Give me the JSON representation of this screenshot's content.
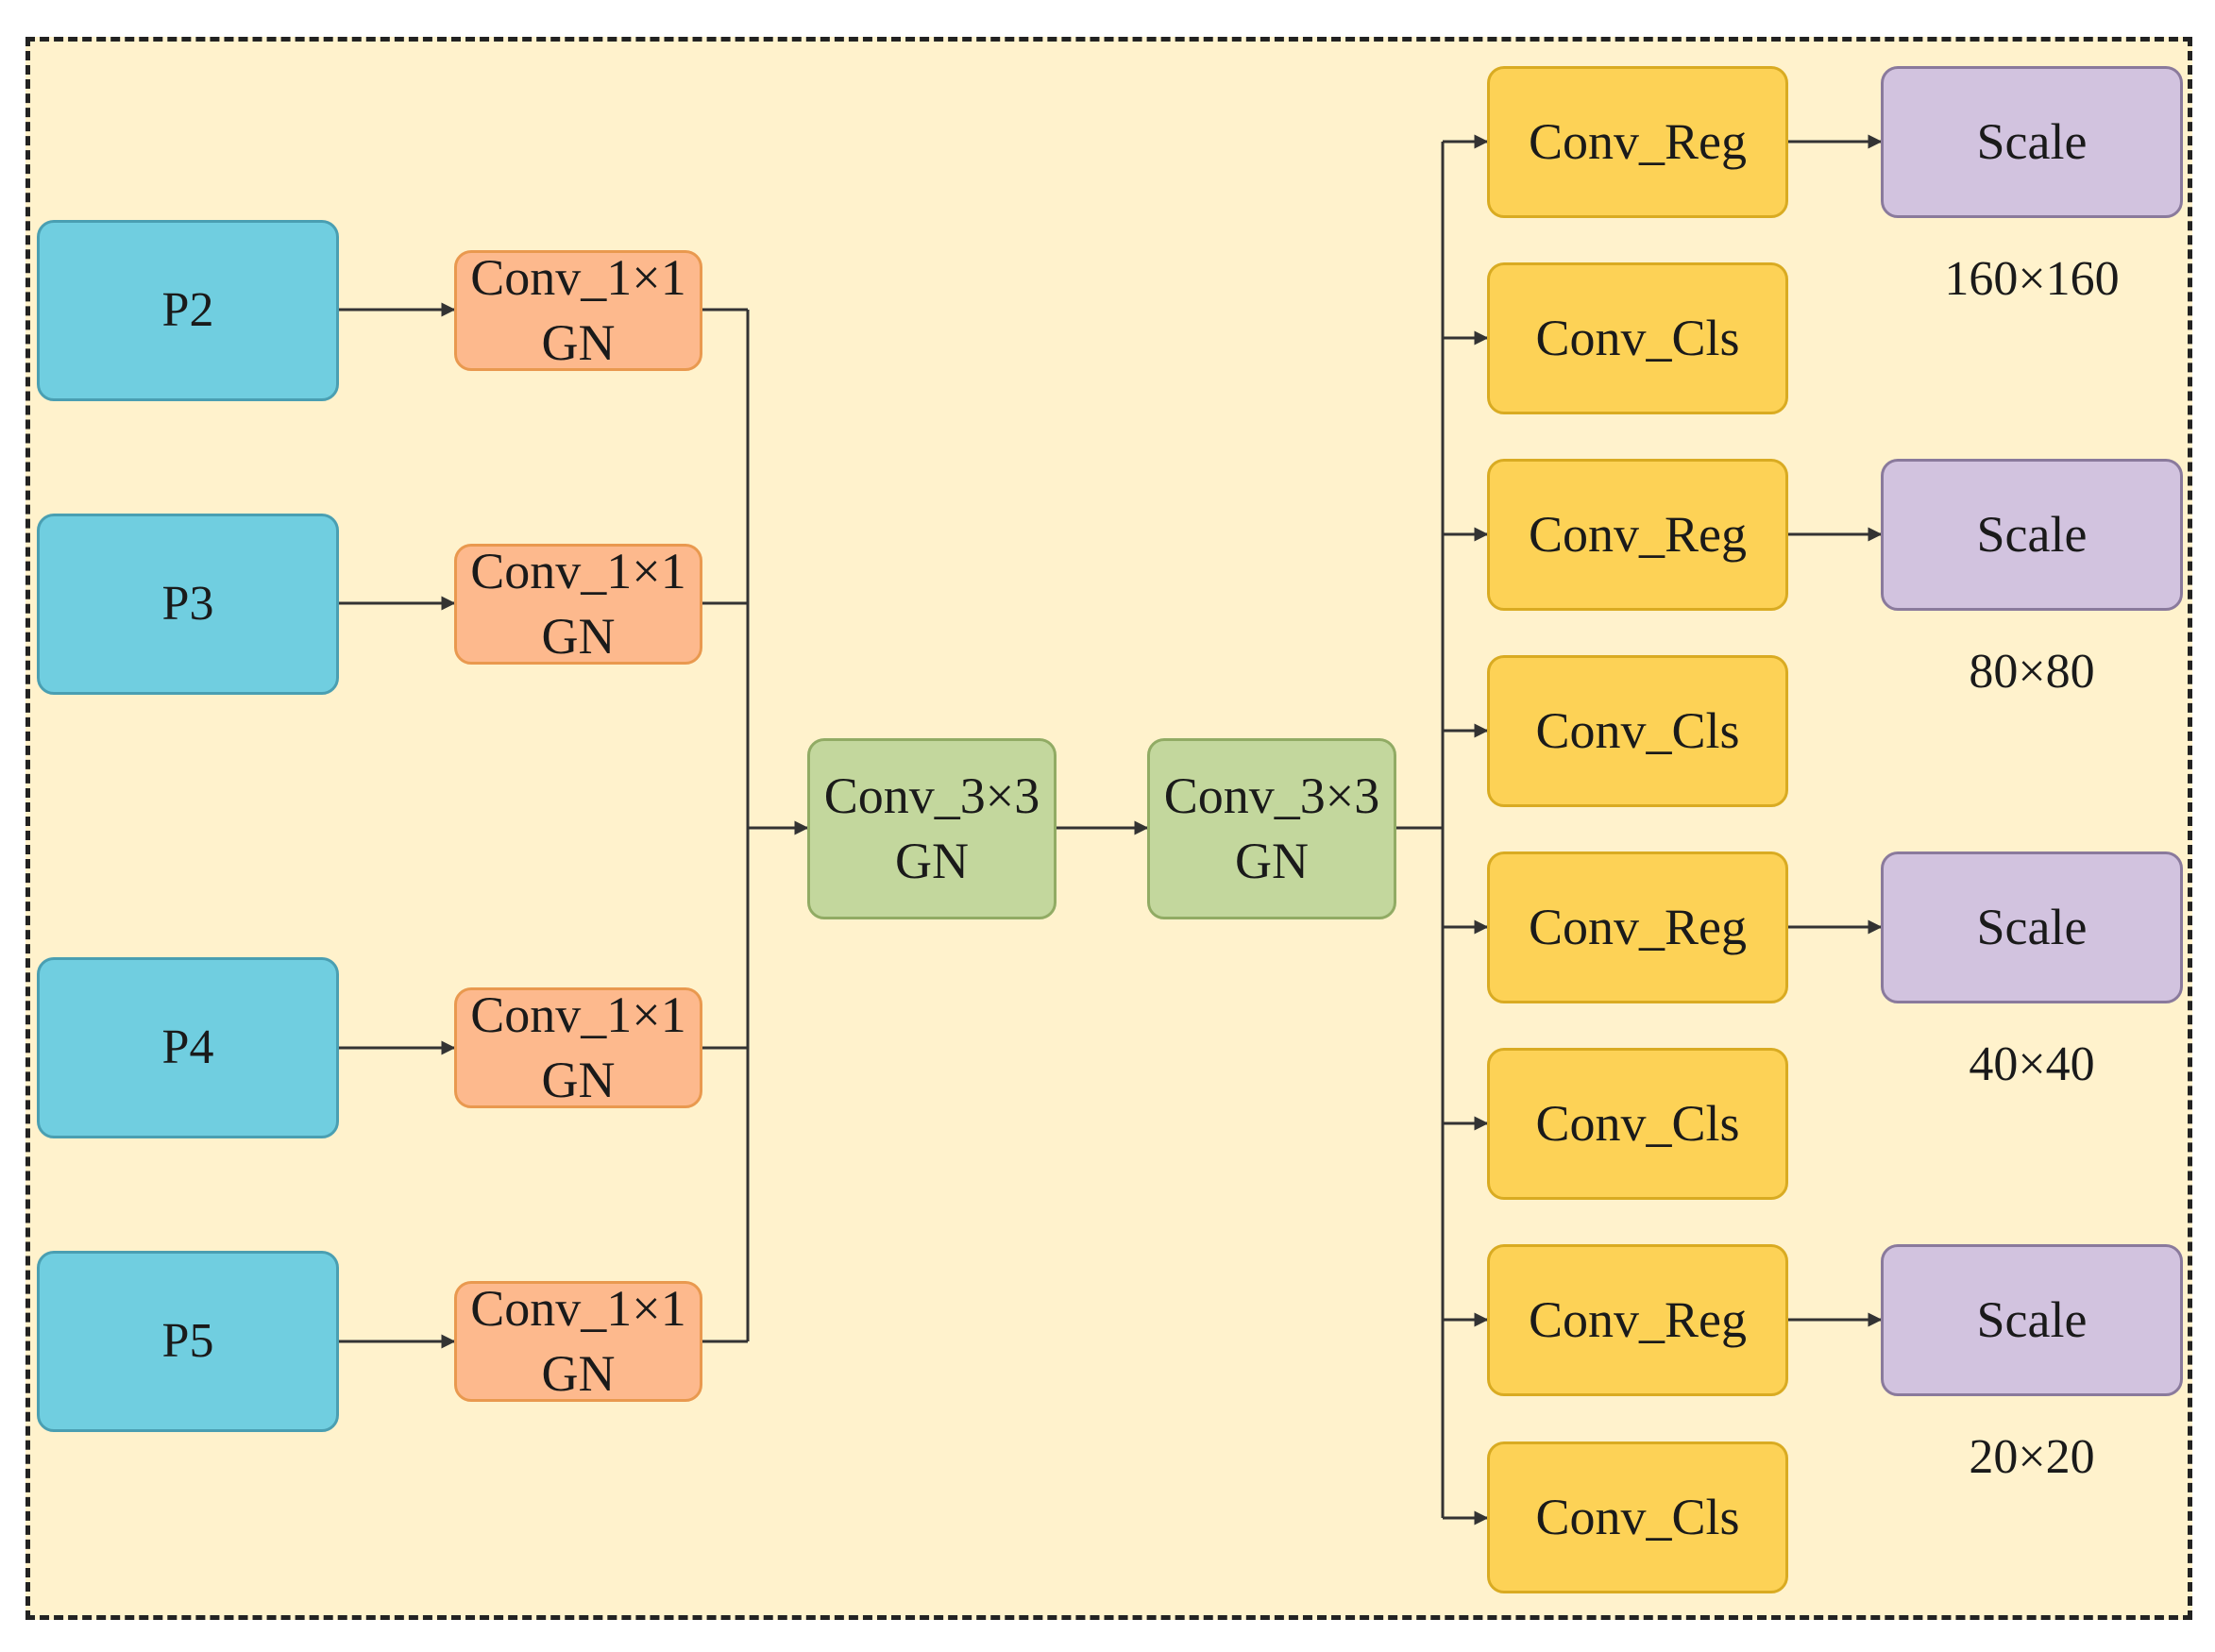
{
  "inputs": [
    "P2",
    "P3",
    "P4",
    "P5"
  ],
  "conv1": [
    {
      "line1": "Conv_1×1",
      "line2": "GN"
    },
    {
      "line1": "Conv_1×1",
      "line2": "GN"
    },
    {
      "line1": "Conv_1×1",
      "line2": "GN"
    },
    {
      "line1": "Conv_1×1",
      "line2": "GN"
    }
  ],
  "conv3": [
    {
      "line1": "Conv_3×3",
      "line2": "GN"
    },
    {
      "line1": "Conv_3×3",
      "line2": "GN"
    }
  ],
  "heads": [
    "Conv_Reg",
    "Conv_Cls",
    "Conv_Reg",
    "Conv_Cls",
    "Conv_Reg",
    "Conv_Cls",
    "Conv_Reg",
    "Conv_Cls"
  ],
  "scales": [
    "Scale",
    "Scale",
    "Scale",
    "Scale"
  ],
  "resolutions": [
    "160×160",
    "80×80",
    "40×40",
    "20×20"
  ],
  "colors": {
    "background": "#fff2cc",
    "input": "#70cee0",
    "conv1x1": "#fdb98d",
    "conv3x3": "#c3d79d",
    "head": "#fdd256",
    "scale": "#d2c3df",
    "line": "#333333"
  }
}
